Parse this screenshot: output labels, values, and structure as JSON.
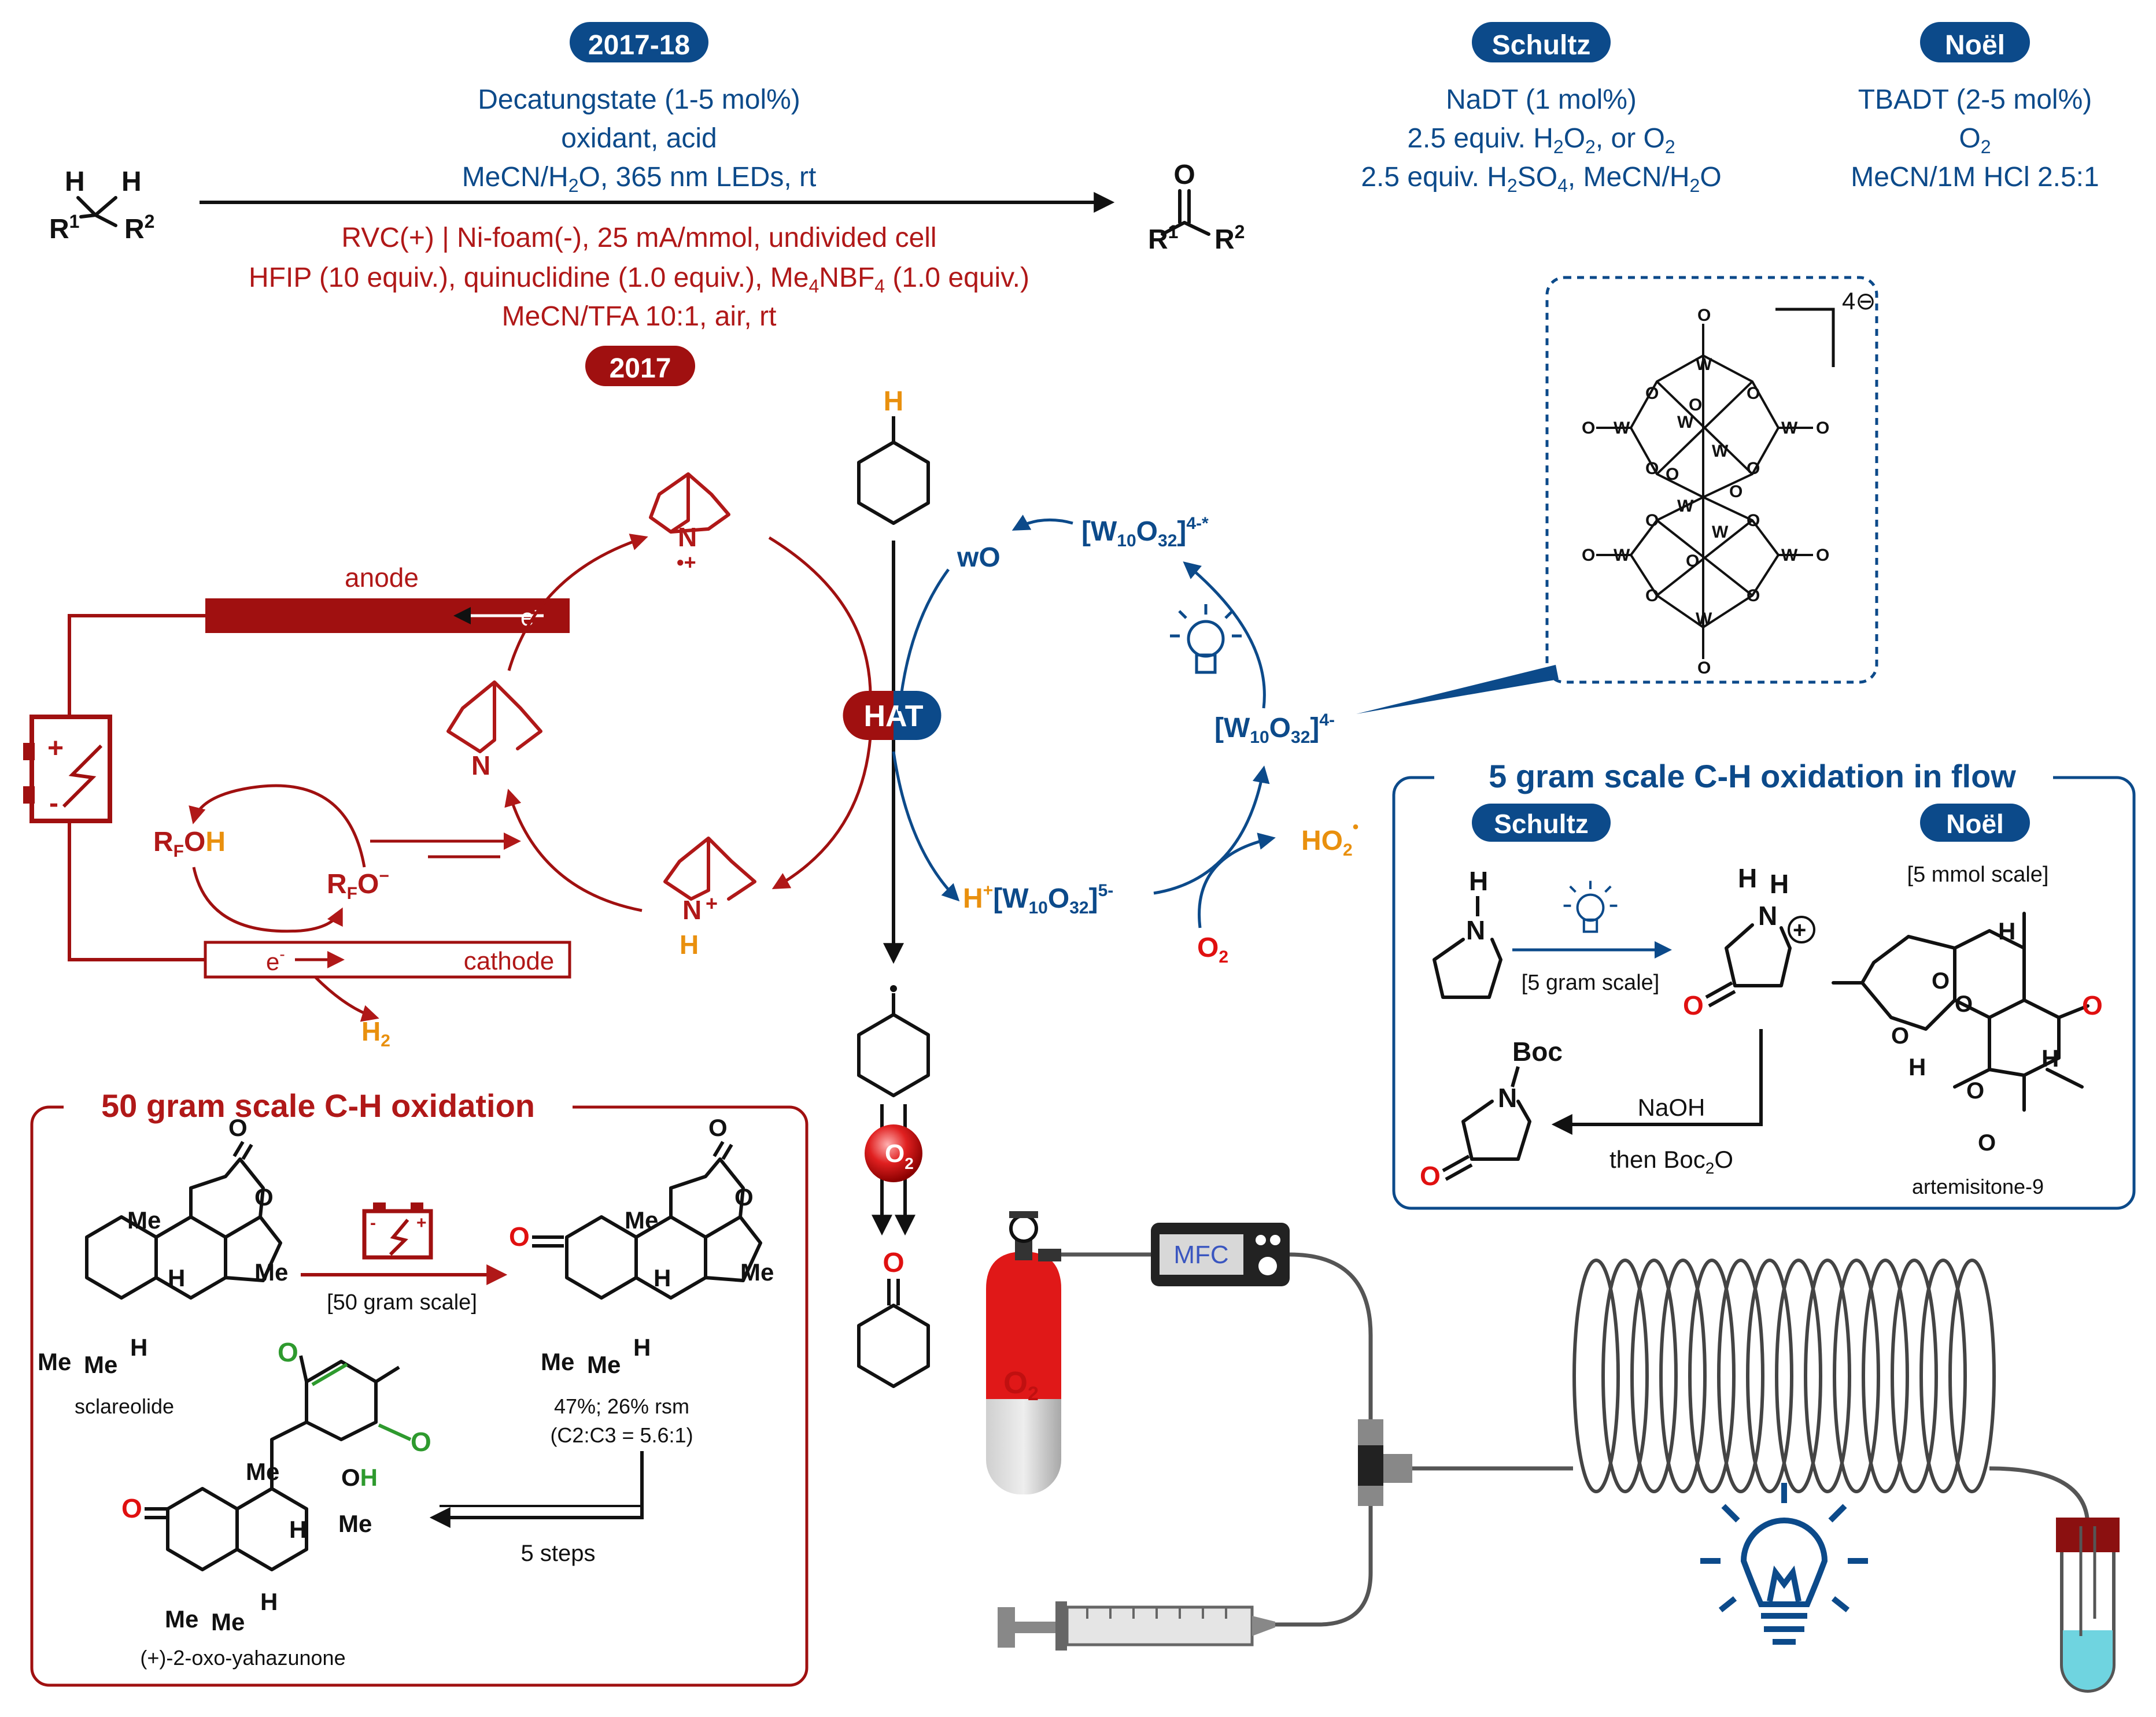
{
  "header": {
    "badge_2017_18": "2017-18",
    "photo_conditions": [
      "Decatungstate (1-5 mol%)",
      "oxidant, acid",
      "MeCN/H2O, 365 nm LEDs, rt"
    ],
    "electro_conditions": [
      "RVC(+) | Ni-foam(-), 25 mA/mmol, undivided cell",
      "HFIP (10 equiv.), quinuclidine (1.0 equiv.), Me4NBF4 (1.0 equiv.)",
      "MeCN/TFA 10:1, air, rt"
    ],
    "badge_2017": "2017",
    "substrate_labels": [
      "H",
      "H",
      "R1",
      "R2"
    ],
    "product_labels": [
      "O",
      "R1",
      "R2"
    ],
    "schultz": {
      "badge": "Schultz",
      "lines": [
        "NaDT (1 mol%)",
        "2.5 equiv. H2O2, or O2",
        "2.5 equiv. H2SO4, MeCN/H2O"
      ]
    },
    "noel": {
      "badge": "Noël",
      "lines": [
        "TBADT (2-5 mol%)",
        "O2",
        "MeCN/1M HCl 2.5:1"
      ]
    }
  },
  "electro_cycle": {
    "anode": "anode",
    "cathode": "cathode",
    "electron": "e-",
    "rfoh": "RFOH",
    "rfo": "RFO-",
    "h2": "H2",
    "quinuclidine_radical_cation": "•+",
    "quinuclidinium_h": "H",
    "plus": "+",
    "n": "N"
  },
  "center": {
    "hat": "HAT",
    "cyclohexane_h": "H",
    "o2": "O2",
    "ketone_o": "O"
  },
  "photo_cycle": {
    "wo": "wO",
    "excited": "[W10O32]4-*",
    "ground": "[W10O32]4-",
    "reduced": "H+[W10O32]5-",
    "o2": "O2",
    "ho2": "HO2•",
    "structure_charge": "4⊖"
  },
  "flow_box": {
    "title": "5 gram scale C-H oxidation in flow",
    "schultz_badge": "Schultz",
    "noel_badge": "Noël",
    "scale_label": "[5 gram scale]",
    "mmol_label": "[5 mmol scale]",
    "naoh": "NaOH",
    "boc2o": "then Boc2O",
    "boc": "Boc",
    "artemisitone": "artemisitone-9"
  },
  "sclareolide_box": {
    "title": "50 gram scale C-H oxidation",
    "scale_label": "[50 gram scale]",
    "sclareolide": "sclareolide",
    "yield": "47%; 26% rsm",
    "ratio": "(C2:C3 = 5.6:1)",
    "steps": "5 steps",
    "product_name": "(+)-2-oxo-yahazunone",
    "me": "Me",
    "h": "H",
    "oh": "OH"
  },
  "flow_setup": {
    "mfc_label": "MFC",
    "cylinder_label": "O2"
  },
  "colors": {
    "blue": "#0c4a8a",
    "red": "#b01818",
    "orange": "#e9900e",
    "green": "#2e9a2e"
  },
  "icons": [
    "battery-icon",
    "lightbulb-icon",
    "gas-cylinder-icon",
    "syringe-icon",
    "vial-icon",
    "coil-reactor-icon"
  ]
}
